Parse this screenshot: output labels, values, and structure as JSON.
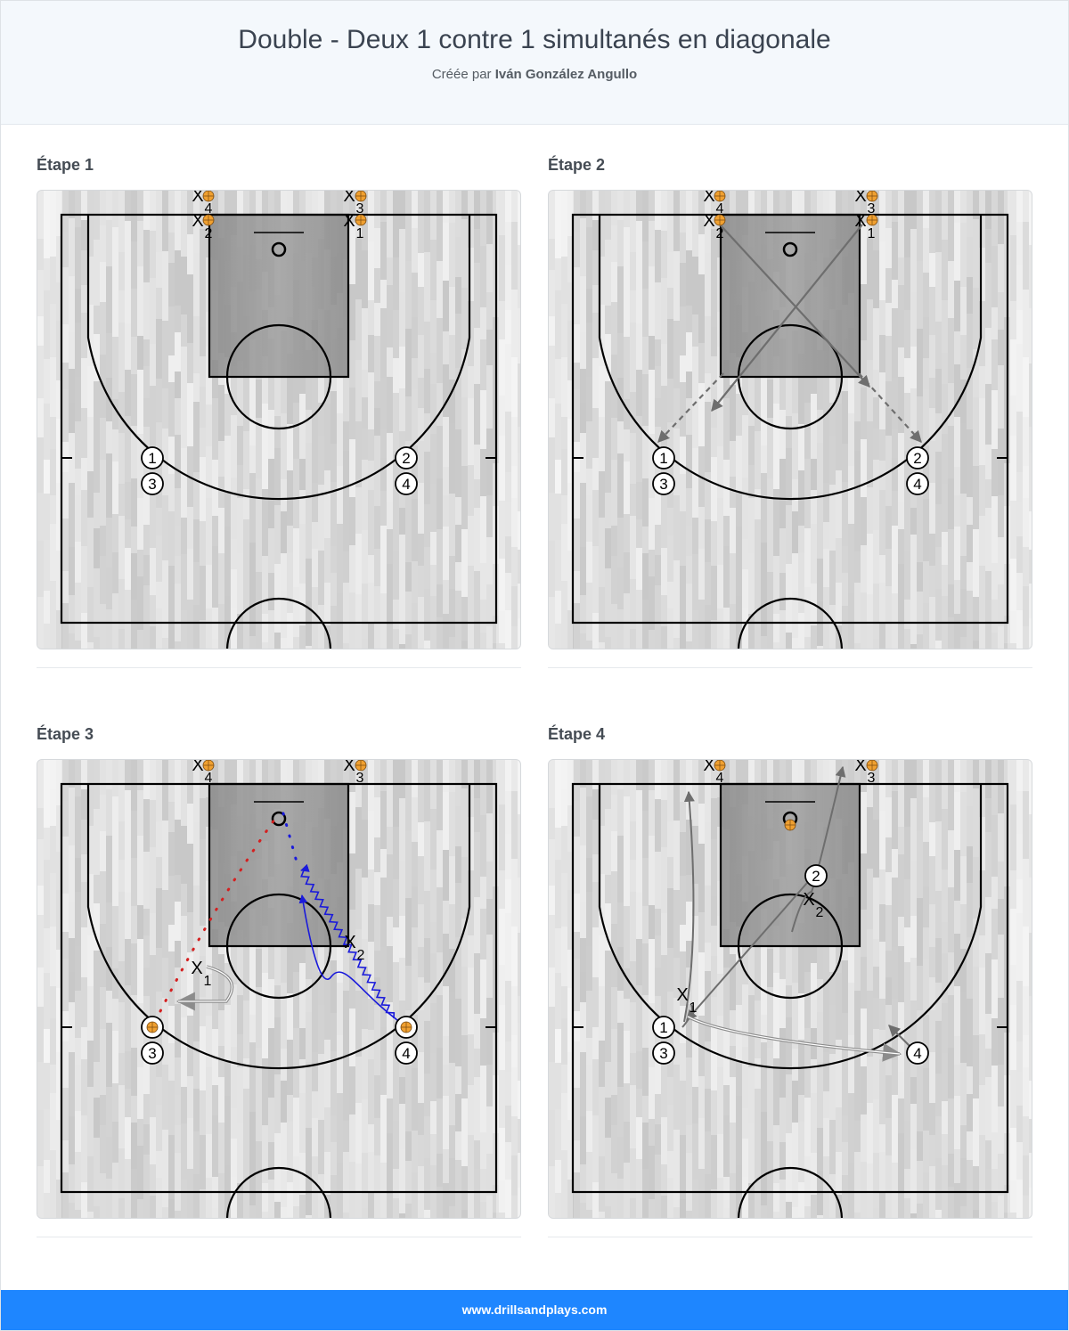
{
  "header": {
    "title": "Double - Deux 1 contre 1 simultanés en diagonale",
    "byline_prefix": "Créée par",
    "author": "Iván González Angullo"
  },
  "steps": [
    {
      "title": "Étape 1"
    },
    {
      "title": "Étape 2"
    },
    {
      "title": "Étape 3"
    },
    {
      "title": "Étape 4"
    }
  ],
  "markers": {
    "defender_symbol": "X",
    "player_labels": [
      "1",
      "2",
      "3",
      "4"
    ]
  },
  "colors": {
    "dribble": "#1a1adb",
    "pass": "#d42020",
    "move": "#6e6e6e",
    "ball": "#f0a030",
    "footer": "#1e86ff"
  },
  "footer": {
    "site": "www.drillsandplays.com"
  }
}
